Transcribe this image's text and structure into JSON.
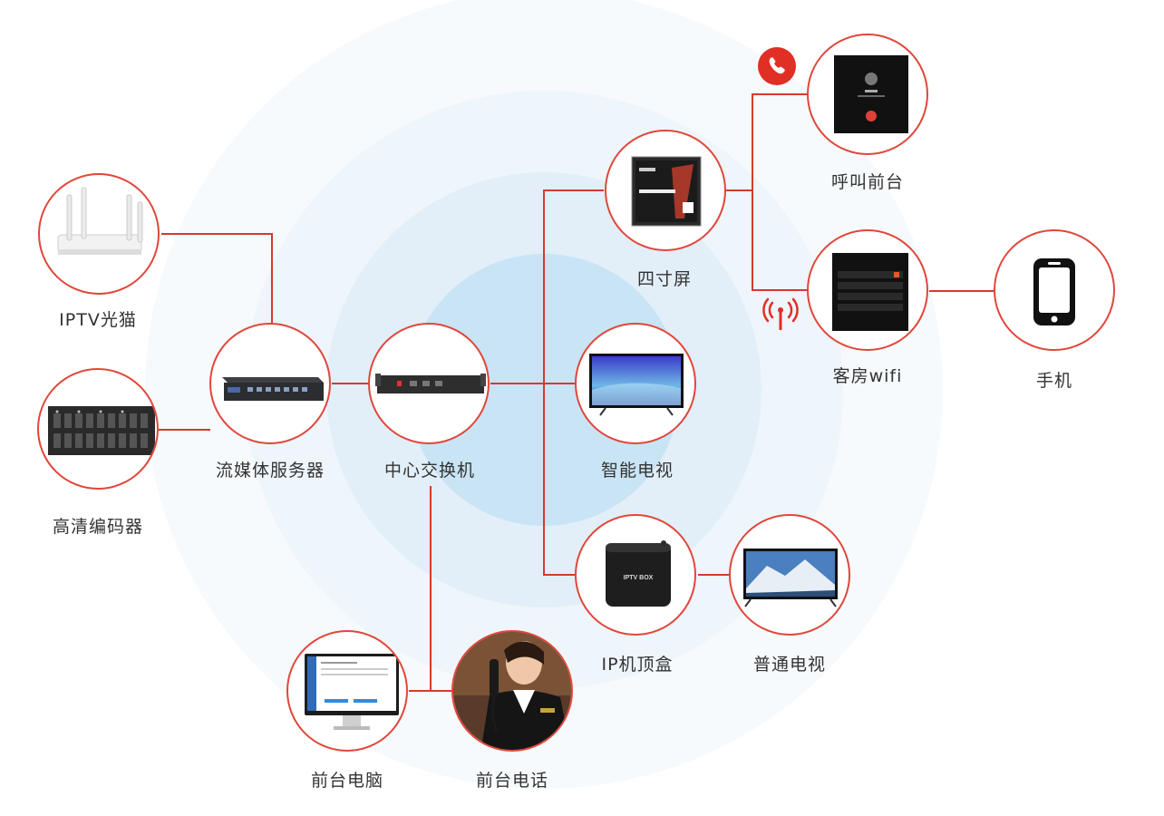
{
  "colors": {
    "accent": "#e0473b",
    "line": "#d63a2f",
    "ring": "#dcebf7",
    "core": "#b9def2",
    "text": "#333333"
  },
  "nodes": {
    "iptv_modem": "IPTV光猫",
    "hd_encoder": "高清编码器",
    "stream_server": "流媒体服务器",
    "core_switch": "中心交换机",
    "four_inch_screen": "四寸屏",
    "call_front_desk": "呼叫前台",
    "room_wifi": "客房wifi",
    "mobile_phone": "手机",
    "smart_tv": "智能电视",
    "ip_settop_box": "IP机顶盒",
    "regular_tv": "普通电视",
    "front_desk_pc": "前台电脑",
    "front_desk_phone": "前台电话"
  },
  "device_text": {
    "box_label": "IPTV BOX"
  },
  "icons": {
    "call_badge": "phone-call-icon",
    "wifi_antenna": "antenna-signal-icon"
  }
}
